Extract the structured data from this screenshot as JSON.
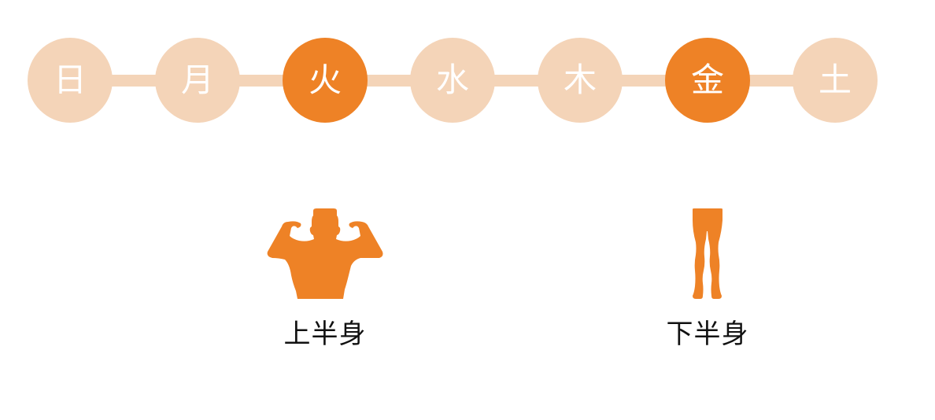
{
  "colors": {
    "accent": "#EE8226",
    "inactive": "#F4D4B8",
    "day_text": "#FFFFFF",
    "label_text": "#111111"
  },
  "week": {
    "days": [
      {
        "label": "日",
        "active": false
      },
      {
        "label": "月",
        "active": false
      },
      {
        "label": "火",
        "active": true
      },
      {
        "label": "水",
        "active": false
      },
      {
        "label": "木",
        "active": false
      },
      {
        "label": "金",
        "active": true
      },
      {
        "label": "土",
        "active": false
      }
    ]
  },
  "body_parts": {
    "upper": {
      "label": "上半身",
      "icon": "flexing-upper-body-icon"
    },
    "lower": {
      "label": "下半身",
      "icon": "legs-lower-body-icon"
    }
  }
}
